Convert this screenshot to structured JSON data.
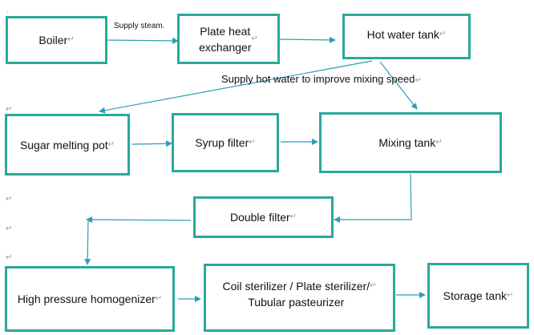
{
  "colors": {
    "box_border": "#2aa99b",
    "arrow": "#2a9fb5"
  },
  "paragraph_mark": "↵",
  "nodes": {
    "boiler": "Boiler",
    "plate_heat_exchanger": "Plate heat\nexchanger",
    "hot_water_tank": "Hot water tank",
    "sugar_melting_pot": "Sugar melting pot",
    "syrup_filter": "Syrup filter",
    "mixing_tank": "Mixing tank",
    "double_filter": "Double filter",
    "high_pressure_homogenizer": "High pressure homogenizer",
    "sterilizer": "Coil sterilizer / Plate sterilizer/\nTubular pasteurizer",
    "storage_tank": "Storage tank"
  },
  "edge_labels": {
    "supply_steam": "Supply steam.",
    "supply_hot_water": "Supply hot water to improve mixing speed"
  }
}
